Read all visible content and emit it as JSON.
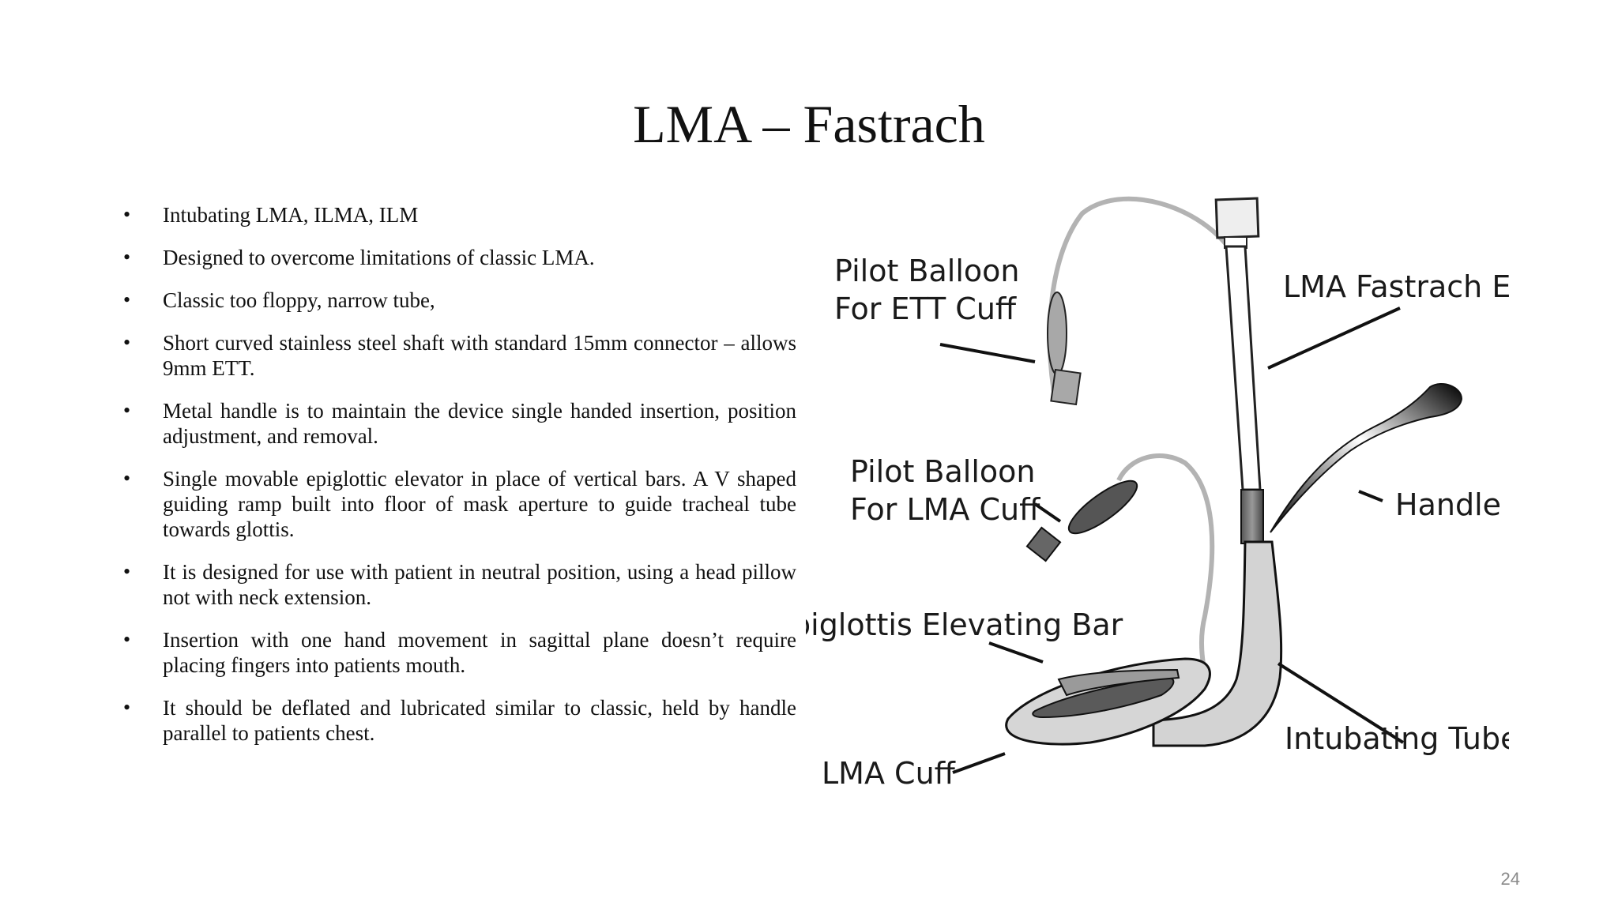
{
  "slide": {
    "title": "LMA – Fastrach",
    "page_number": "24"
  },
  "bullets": [
    "Intubating LMA, ILMA, ILM",
    "Designed to overcome limitations of classic LMA.",
    "Classic too floppy, narrow tube,",
    "Short curved stainless steel shaft with standard 15mm connector – allows 9mm ETT.",
    "Metal handle is to maintain the device single handed insertion, position adjustment, and removal.",
    "Single movable epiglottic elevator in place of vertical bars. A V shaped guiding ramp built into floor of mask aperture to guide tracheal tube towards glottis.",
    "It is designed for use with patient in neutral position, using a head pillow not with neck extension.",
    "Insertion with one hand movement in sagittal plane doesn’t require placing fingers into patients mouth.",
    "It should be deflated and lubricated similar to classic, held by handle parallel to patients chest."
  ],
  "diagram": {
    "labels": {
      "pilot_ett_1": "Pilot Balloon",
      "pilot_ett_2": "For ETT Cuff",
      "fastrach": "LMA  Fastrach ETT",
      "pilot_lma_1": "Pilot Balloon",
      "pilot_lma_2": "For LMA Cuff",
      "handle": "Handle",
      "epiglottis": "Epiglottis Elevating Bar",
      "intubating_tube": "Intubating Tube",
      "lma_cuff": "LMA Cuff"
    }
  }
}
